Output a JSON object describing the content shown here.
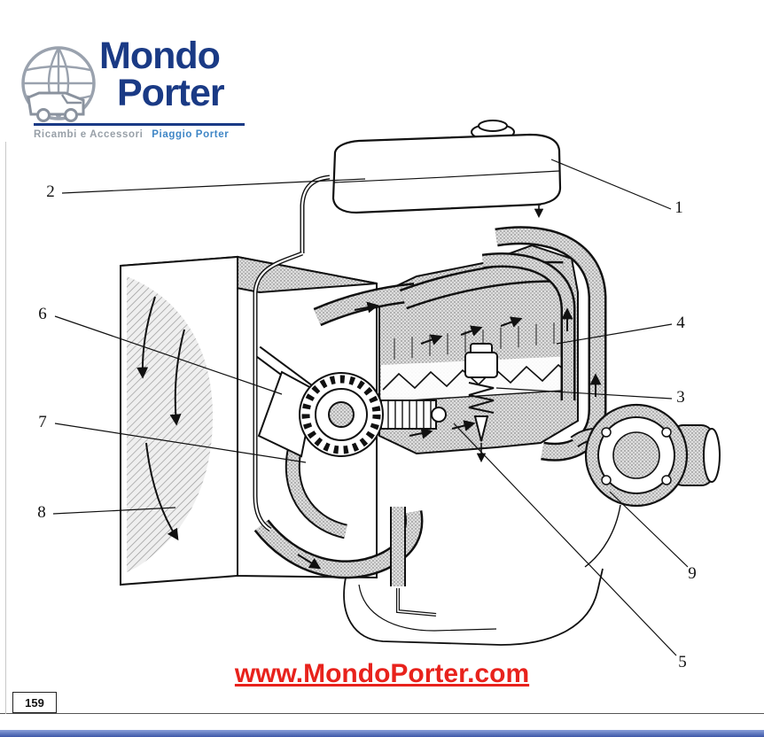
{
  "logo": {
    "brand_top": "Mondo",
    "brand_bottom": "Porter",
    "tagline_left": "Ricambi e Accessori",
    "tagline_right": "Piaggio Porter"
  },
  "diagram": {
    "callouts": [
      {
        "label": "1"
      },
      {
        "label": "2"
      },
      {
        "label": "3"
      },
      {
        "label": "4"
      },
      {
        "label": "5"
      },
      {
        "label": "6"
      },
      {
        "label": "7"
      },
      {
        "label": "8"
      },
      {
        "label": "9"
      }
    ]
  },
  "footer": {
    "url": "www.MondoPorter.com"
  },
  "page": {
    "number": "159"
  },
  "colors": {
    "brand_blue": "#1a3a85",
    "tagline_gray": "#98a0a8",
    "tagline_blue": "#3f86c6",
    "footer_red": "#e8221c",
    "bottom_bar_blue": "#4d64ae"
  }
}
